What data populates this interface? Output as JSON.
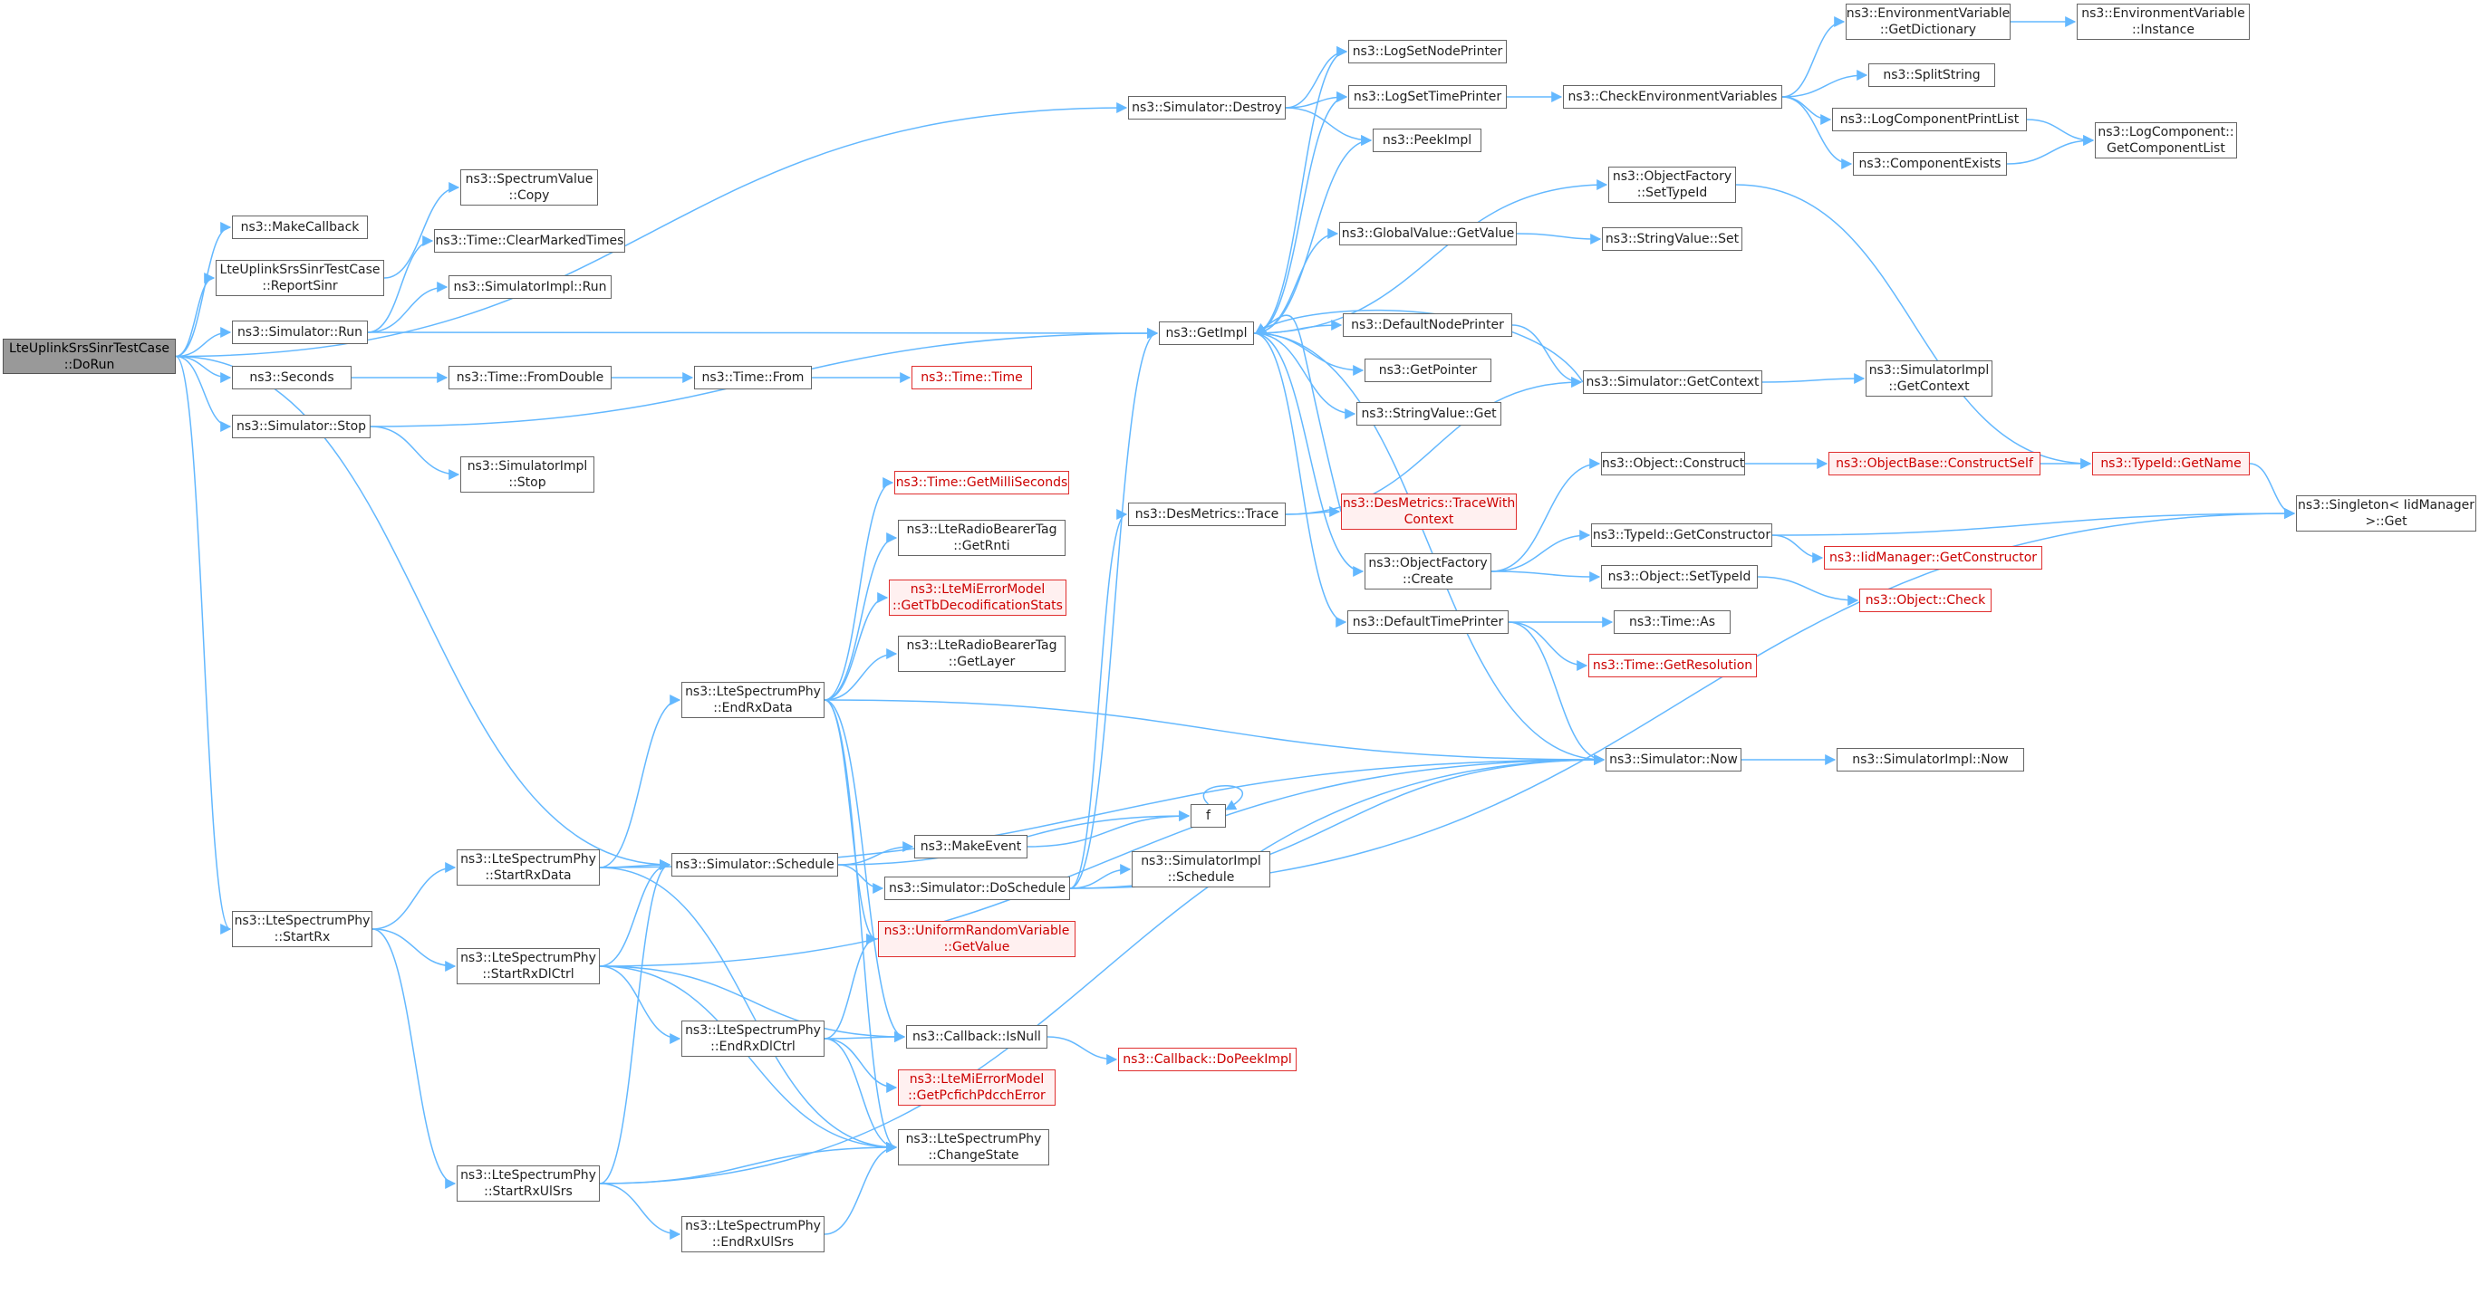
{
  "colors": {
    "edge": "#63b8ff",
    "border": "#666666",
    "root_fill": "#999999",
    "truncated_border": "#ff0000",
    "truncated_text": "#cc0000"
  },
  "nodes": {
    "doRun": {
      "label": "LteUplinkSrsSinrTestCase\n::DoRun",
      "truncated": false,
      "root": true
    },
    "makeCallback": {
      "label": "ns3::MakeCallback",
      "truncated": false
    },
    "reportSinr": {
      "label": "LteUplinkSrsSinrTestCase\n::ReportSinr",
      "truncated": false
    },
    "simRun": {
      "label": "ns3::Simulator::Run",
      "truncated": false
    },
    "seconds": {
      "label": "ns3::Seconds",
      "truncated": false
    },
    "simStop": {
      "label": "ns3::Simulator::Stop",
      "truncated": false
    },
    "startRx": {
      "label": "ns3::LteSpectrumPhy\n::StartRx",
      "truncated": false
    },
    "specCopy": {
      "label": "ns3::SpectrumValue\n::Copy",
      "truncated": false
    },
    "clearMarked": {
      "label": "ns3::Time::ClearMarkedTimes",
      "truncated": false
    },
    "simImplRun": {
      "label": "ns3::SimulatorImpl::Run",
      "truncated": false
    },
    "fromDouble": {
      "label": "ns3::Time::FromDouble",
      "truncated": false
    },
    "simImplStop": {
      "label": "ns3::SimulatorImpl\n::Stop",
      "truncated": false
    },
    "startRxData": {
      "label": "ns3::LteSpectrumPhy\n::StartRxData",
      "truncated": false
    },
    "startRxDlCtrl": {
      "label": "ns3::LteSpectrumPhy\n::StartRxDlCtrl",
      "truncated": false
    },
    "startRxUlSrs": {
      "label": "ns3::LteSpectrumPhy\n::StartRxUlSrs",
      "truncated": false
    },
    "endRxData": {
      "label": "ns3::LteSpectrumPhy\n::EndRxData",
      "truncated": false
    },
    "timeFrom": {
      "label": "ns3::Time::From",
      "truncated": false
    },
    "simSchedule": {
      "label": "ns3::Simulator::Schedule",
      "truncated": false
    },
    "endRxDlCtrl": {
      "label": "ns3::LteSpectrumPhy\n::EndRxDlCtrl",
      "truncated": false
    },
    "endRxUlSrs": {
      "label": "ns3::LteSpectrumPhy\n::EndRxUlSrs",
      "truncated": false
    },
    "getMilli": {
      "label": "ns3::Time::GetMilliSeconds",
      "truncated": true
    },
    "getRnti": {
      "label": "ns3::LteRadioBearerTag\n::GetRnti",
      "truncated": false
    },
    "getTbDecod": {
      "label": "ns3::LteMiErrorModel\n::GetTbDecodificationStats",
      "truncated": true
    },
    "getLayer": {
      "label": "ns3::LteRadioBearerTag\n::GetLayer",
      "truncated": false
    },
    "timeTime": {
      "label": "ns3::Time::Time",
      "truncated": true
    },
    "makeEvent": {
      "label": "ns3::MakeEvent",
      "truncated": false
    },
    "doSchedule": {
      "label": "ns3::Simulator::DoSchedule",
      "truncated": false
    },
    "uniformGet": {
      "label": "ns3::UniformRandomVariable\n::GetValue",
      "truncated": true
    },
    "isNull": {
      "label": "ns3::Callback::IsNull",
      "truncated": false
    },
    "pcfich": {
      "label": "ns3::LteMiErrorModel\n::GetPcfichPdcchError",
      "truncated": true
    },
    "changeState": {
      "label": "ns3::LteSpectrumPhy\n::ChangeState",
      "truncated": false
    },
    "simDestroy": {
      "label": "ns3::Simulator::Destroy",
      "truncated": false
    },
    "getImpl": {
      "label": "ns3::GetImpl",
      "truncated": false
    },
    "desTrace": {
      "label": "ns3::DesMetrics::Trace",
      "truncated": false
    },
    "fNode": {
      "label": "f",
      "truncated": false
    },
    "simImplSchedule": {
      "label": "ns3::SimulatorImpl\n::Schedule",
      "truncated": false
    },
    "logSetNode": {
      "label": "ns3::LogSetNodePrinter",
      "truncated": false
    },
    "logSetTime": {
      "label": "ns3::LogSetTimePrinter",
      "truncated": false
    },
    "peekImpl": {
      "label": "ns3::PeekImpl",
      "truncated": false
    },
    "globalGetValue": {
      "label": "ns3::GlobalValue::GetValue",
      "truncated": false
    },
    "defaultNodePrinter": {
      "label": "ns3::DefaultNodePrinter",
      "truncated": false
    },
    "getPointer": {
      "label": "ns3::GetPointer",
      "truncated": false
    },
    "stringValueGet": {
      "label": "ns3::StringValue::Get",
      "truncated": false
    },
    "traceWithContext": {
      "label": "ns3::DesMetrics::TraceWith\nContext",
      "truncated": true
    },
    "objFactoryCreate": {
      "label": "ns3::ObjectFactory\n::Create",
      "truncated": false
    },
    "defaultTimePrinter": {
      "label": "ns3::DefaultTimePrinter",
      "truncated": false
    },
    "doPeekImpl": {
      "label": "ns3::Callback::DoPeekImpl",
      "truncated": true
    },
    "objFactorySetTypeId": {
      "label": "ns3::ObjectFactory\n::SetTypeId",
      "truncated": false
    },
    "stringValueSet": {
      "label": "ns3::StringValue::Set",
      "truncated": false
    },
    "simGetContext": {
      "label": "ns3::Simulator::GetContext",
      "truncated": false
    },
    "objConstruct": {
      "label": "ns3::Object::Construct",
      "truncated": false
    },
    "typeIdGetConstructor": {
      "label": "ns3::TypeId::GetConstructor",
      "truncated": false
    },
    "objSetTypeId": {
      "label": "ns3::Object::SetTypeId",
      "truncated": false
    },
    "timeAs": {
      "label": "ns3::Time::As",
      "truncated": false
    },
    "getResolution": {
      "label": "ns3::Time::GetResolution",
      "truncated": true
    },
    "simNow": {
      "label": "ns3::Simulator::Now",
      "truncated": false
    },
    "checkEnv": {
      "label": "ns3::CheckEnvironmentVariables",
      "truncated": false
    },
    "envGetDict": {
      "label": "ns3::EnvironmentVariable\n::GetDictionary",
      "truncated": false
    },
    "splitString": {
      "label": "ns3::SplitString",
      "truncated": false
    },
    "logCompPrintList": {
      "label": "ns3::LogComponentPrintList",
      "truncated": false
    },
    "componentExists": {
      "label": "ns3::ComponentExists",
      "truncated": false
    },
    "simImplGetContext": {
      "label": "ns3::SimulatorImpl\n::GetContext",
      "truncated": false
    },
    "constructSelf": {
      "label": "ns3::ObjectBase::ConstructSelf",
      "truncated": true
    },
    "iidGetConstructor": {
      "label": "ns3::IidManager::GetConstructor",
      "truncated": true
    },
    "objCheck": {
      "label": "ns3::Object::Check",
      "truncated": true
    },
    "simImplNow": {
      "label": "ns3::SimulatorImpl::Now",
      "truncated": false
    },
    "envInstance": {
      "label": "ns3::EnvironmentVariable\n::Instance",
      "truncated": false
    },
    "logCompGetList": {
      "label": "ns3::LogComponent::\nGetComponentList",
      "truncated": false
    },
    "typeIdGetName": {
      "label": "ns3::TypeId::GetName",
      "truncated": true
    },
    "singletonGet": {
      "label": "ns3::Singleton< IidManager\n>::Get",
      "truncated": false
    }
  },
  "edges": [
    [
      "doRun",
      "makeCallback"
    ],
    [
      "doRun",
      "reportSinr"
    ],
    [
      "doRun",
      "simRun"
    ],
    [
      "doRun",
      "seconds"
    ],
    [
      "doRun",
      "simStop"
    ],
    [
      "doRun",
      "startRx"
    ],
    [
      "doRun",
      "simDestroy"
    ],
    [
      "doRun",
      "simSchedule"
    ],
    [
      "reportSinr",
      "specCopy"
    ],
    [
      "simRun",
      "clearMarked"
    ],
    [
      "simRun",
      "simImplRun"
    ],
    [
      "simRun",
      "getImpl"
    ],
    [
      "seconds",
      "fromDouble"
    ],
    [
      "fromDouble",
      "timeFrom"
    ],
    [
      "timeFrom",
      "timeTime"
    ],
    [
      "simStop",
      "simImplStop"
    ],
    [
      "simStop",
      "getImpl"
    ],
    [
      "startRx",
      "startRxData"
    ],
    [
      "startRx",
      "startRxDlCtrl"
    ],
    [
      "startRx",
      "startRxUlSrs"
    ],
    [
      "startRxData",
      "endRxData"
    ],
    [
      "startRxData",
      "simSchedule"
    ],
    [
      "startRxData",
      "simNow"
    ],
    [
      "startRxData",
      "changeState"
    ],
    [
      "startRxDlCtrl",
      "simSchedule"
    ],
    [
      "startRxDlCtrl",
      "endRxDlCtrl"
    ],
    [
      "startRxDlCtrl",
      "isNull"
    ],
    [
      "startRxDlCtrl",
      "changeState"
    ],
    [
      "startRxDlCtrl",
      "simNow"
    ],
    [
      "startRxUlSrs",
      "simSchedule"
    ],
    [
      "startRxUlSrs",
      "endRxUlSrs"
    ],
    [
      "startRxUlSrs",
      "changeState"
    ],
    [
      "startRxUlSrs",
      "simNow"
    ],
    [
      "endRxData",
      "getMilli"
    ],
    [
      "endRxData",
      "getRnti"
    ],
    [
      "endRxData",
      "getTbDecod"
    ],
    [
      "endRxData",
      "getLayer"
    ],
    [
      "endRxData",
      "simNow"
    ],
    [
      "endRxData",
      "uniformGet"
    ],
    [
      "endRxData",
      "isNull"
    ],
    [
      "endRxData",
      "changeState"
    ],
    [
      "endRxDlCtrl",
      "uniformGet"
    ],
    [
      "endRxDlCtrl",
      "isNull"
    ],
    [
      "endRxDlCtrl",
      "pcfich"
    ],
    [
      "endRxDlCtrl",
      "changeState"
    ],
    [
      "endRxUlSrs",
      "changeState"
    ],
    [
      "simSchedule",
      "fNode"
    ],
    [
      "simSchedule",
      "makeEvent"
    ],
    [
      "simSchedule",
      "doSchedule"
    ],
    [
      "makeEvent",
      "fNode"
    ],
    [
      "fNode",
      "fNode"
    ],
    [
      "doSchedule",
      "getImpl"
    ],
    [
      "doSchedule",
      "desTrace"
    ],
    [
      "doSchedule",
      "simImplSchedule"
    ],
    [
      "doSchedule",
      "simNow"
    ],
    [
      "doSchedule",
      "singletonGet"
    ],
    [
      "isNull",
      "doPeekImpl"
    ],
    [
      "simDestroy",
      "logSetNode"
    ],
    [
      "simDestroy",
      "logSetTime"
    ],
    [
      "simDestroy",
      "peekImpl"
    ],
    [
      "getImpl",
      "logSetNode"
    ],
    [
      "getImpl",
      "logSetTime"
    ],
    [
      "getImpl",
      "peekImpl"
    ],
    [
      "getImpl",
      "objFactorySetTypeId"
    ],
    [
      "getImpl",
      "globalGetValue"
    ],
    [
      "getImpl",
      "defaultNodePrinter"
    ],
    [
      "getImpl",
      "getPointer"
    ],
    [
      "getImpl",
      "stringValueGet"
    ],
    [
      "getImpl",
      "objFactoryCreate"
    ],
    [
      "getImpl",
      "defaultTimePrinter"
    ],
    [
      "getImpl",
      "simNow"
    ],
    [
      "globalGetValue",
      "stringValueSet"
    ],
    [
      "defaultNodePrinter",
      "simGetContext"
    ],
    [
      "simGetContext",
      "getImpl"
    ],
    [
      "simGetContext",
      "simImplGetContext"
    ],
    [
      "desTrace",
      "simGetContext"
    ],
    [
      "desTrace",
      "traceWithContext"
    ],
    [
      "traceWithContext",
      "getImpl"
    ],
    [
      "objFactoryCreate",
      "objConstruct"
    ],
    [
      "objFactoryCreate",
      "typeIdGetConstructor"
    ],
    [
      "objFactoryCreate",
      "objSetTypeId"
    ],
    [
      "objConstruct",
      "constructSelf"
    ],
    [
      "constructSelf",
      "typeIdGetName"
    ],
    [
      "typeIdGetConstructor",
      "iidGetConstructor"
    ],
    [
      "typeIdGetConstructor",
      "singletonGet"
    ],
    [
      "objSetTypeId",
      "objCheck"
    ],
    [
      "defaultTimePrinter",
      "timeAs"
    ],
    [
      "defaultTimePrinter",
      "getResolution"
    ],
    [
      "defaultTimePrinter",
      "simNow"
    ],
    [
      "simNow",
      "simImplNow"
    ],
    [
      "logSetTime",
      "checkEnv"
    ],
    [
      "checkEnv",
      "envGetDict"
    ],
    [
      "checkEnv",
      "splitString"
    ],
    [
      "checkEnv",
      "logCompPrintList"
    ],
    [
      "checkEnv",
      "componentExists"
    ],
    [
      "envGetDict",
      "envInstance"
    ],
    [
      "logCompPrintList",
      "logCompGetList"
    ],
    [
      "componentExists",
      "logCompGetList"
    ],
    [
      "objFactorySetTypeId",
      "typeIdGetName"
    ],
    [
      "typeIdGetName",
      "singletonGet"
    ]
  ]
}
